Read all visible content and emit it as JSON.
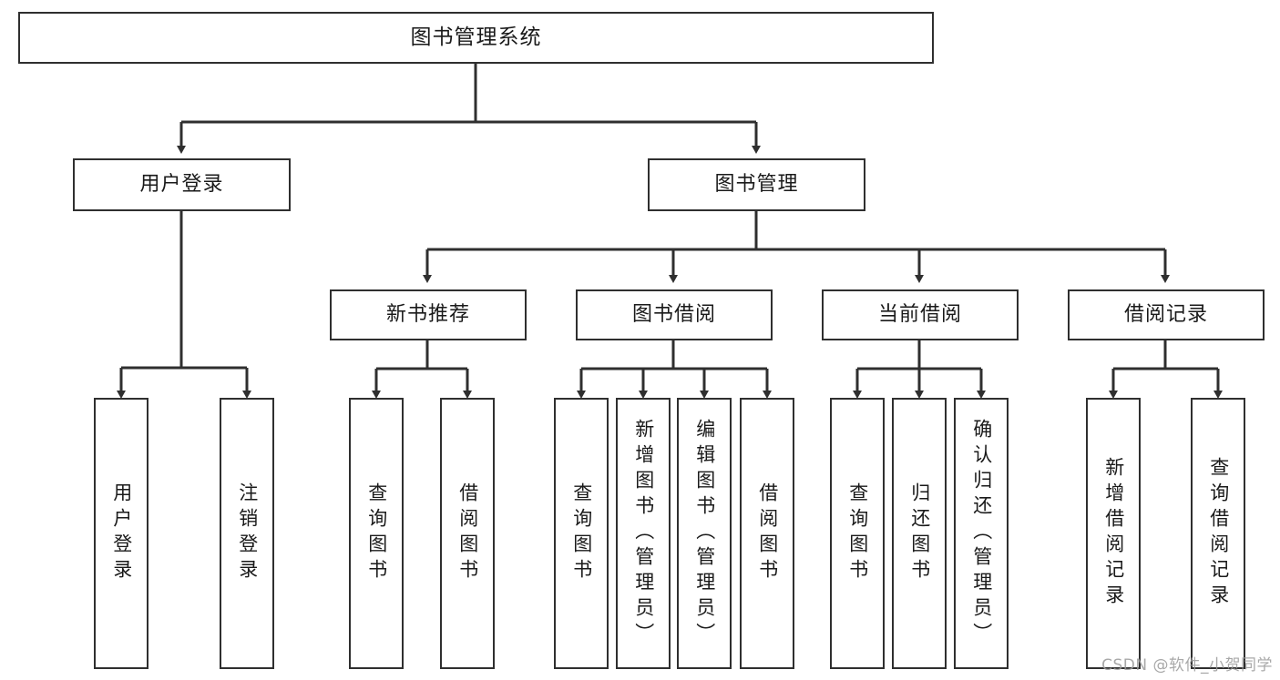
{
  "diagram": {
    "type": "tree-hierarchy-chart",
    "title": "图书管理系统",
    "watermark": "CSDN @软件_小贺同学",
    "stroke_color": "#2f2f2f",
    "fill_color": "#ffffff",
    "text_color": "#1a1a1a",
    "nodes": {
      "root": {
        "label": "图书管理系统",
        "level": 0
      },
      "level1": [
        {
          "id": "user-login",
          "label": "用户登录"
        },
        {
          "id": "book-management",
          "label": "图书管理"
        }
      ],
      "level2": [
        {
          "id": "new-book-recommend",
          "label": "新书推荐",
          "parent": "book-management"
        },
        {
          "id": "book-borrow",
          "label": "图书借阅",
          "parent": "book-management"
        },
        {
          "id": "current-borrow",
          "label": "当前借阅",
          "parent": "book-management"
        },
        {
          "id": "borrow-record",
          "label": "借阅记录",
          "parent": "book-management"
        }
      ],
      "leaves": [
        {
          "id": "leaf-user-login",
          "label": "用户登录",
          "parent": "user-login"
        },
        {
          "id": "leaf-logout",
          "label": "注销登录",
          "parent": "user-login"
        },
        {
          "id": "leaf-query-book-1",
          "label": "查询图书",
          "parent": "new-book-recommend"
        },
        {
          "id": "leaf-borrow-book-1",
          "label": "借阅图书",
          "parent": "new-book-recommend"
        },
        {
          "id": "leaf-query-book-2",
          "label": "查询图书",
          "parent": "book-borrow"
        },
        {
          "id": "leaf-add-book",
          "label": "新增图书（管理员）",
          "parent": "book-borrow"
        },
        {
          "id": "leaf-edit-book",
          "label": "编辑图书（管理员）",
          "parent": "book-borrow"
        },
        {
          "id": "leaf-borrow-book-2",
          "label": "借阅图书",
          "parent": "book-borrow"
        },
        {
          "id": "leaf-query-book-3",
          "label": "查询图书",
          "parent": "current-borrow"
        },
        {
          "id": "leaf-return-book",
          "label": "归还图书",
          "parent": "current-borrow"
        },
        {
          "id": "leaf-confirm-return",
          "label": "确认归还（管理员）",
          "parent": "current-borrow"
        },
        {
          "id": "leaf-add-record",
          "label": "新增借阅记录",
          "parent": "borrow-record"
        },
        {
          "id": "leaf-query-record",
          "label": "查询借阅记录",
          "parent": "borrow-record"
        }
      ]
    }
  }
}
